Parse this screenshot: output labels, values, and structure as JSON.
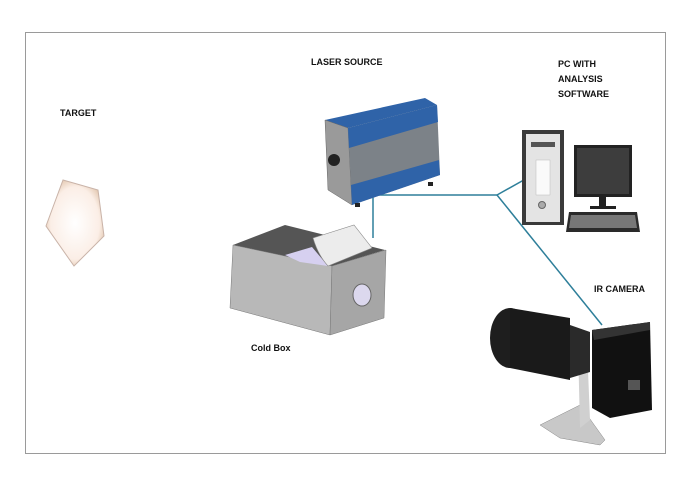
{
  "labels": {
    "target": "TARGET",
    "laser_source": "LASER SOURCE",
    "pc": "PC WITH\nANALYSIS\nSOFTWARE",
    "cold_box": "Cold Box",
    "ir_camera": "IR CAMERA"
  },
  "colors": {
    "connector": "#2e7f9a",
    "laser_blue": "#2f63a8"
  }
}
